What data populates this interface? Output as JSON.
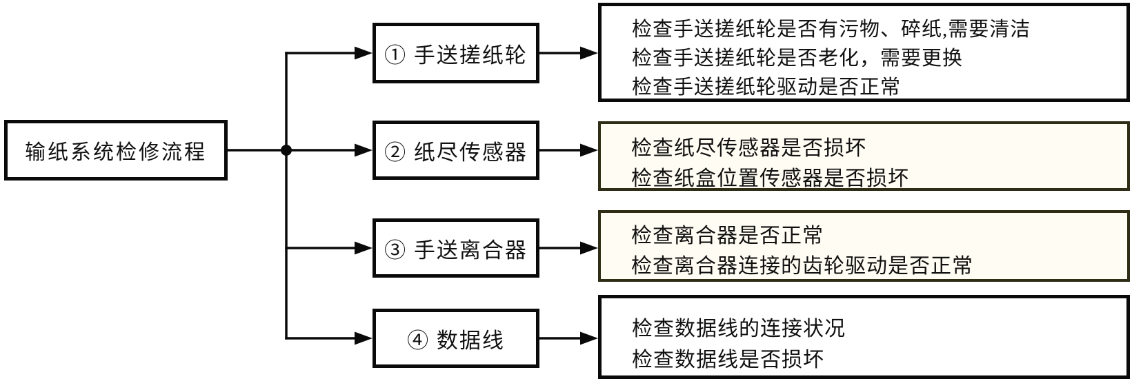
{
  "diagram": {
    "root_label": "输纸系统检修流程",
    "branches": [
      {
        "label": "① 手送搓纸轮",
        "details": [
          "检查手送搓纸轮是否有污物、碎纸,需要清洁",
          "检查手送搓纸轮是否老化，需要更换",
          "检查手送搓纸轮驱动是否正常"
        ]
      },
      {
        "label": "② 纸尽传感器",
        "details": [
          "检查纸尽传感器是否损坏",
          "检查纸盒位置传感器是否损坏"
        ]
      },
      {
        "label": "③ 手送离合器",
        "details": [
          "检查离合器是否正常",
          "检查离合器连接的齿轮驱动是否正常"
        ]
      },
      {
        "label": "④ 数据线",
        "details": [
          "检查数据线的连接状况",
          "检查数据线是否损坏"
        ]
      }
    ],
    "colors": {
      "line": "#0a0a0a",
      "box_border_black": "#0a0a0a",
      "box_border_olive": "#2f2d15",
      "box_bg_cream": "#fffdf3",
      "background": "#ffffff"
    }
  }
}
